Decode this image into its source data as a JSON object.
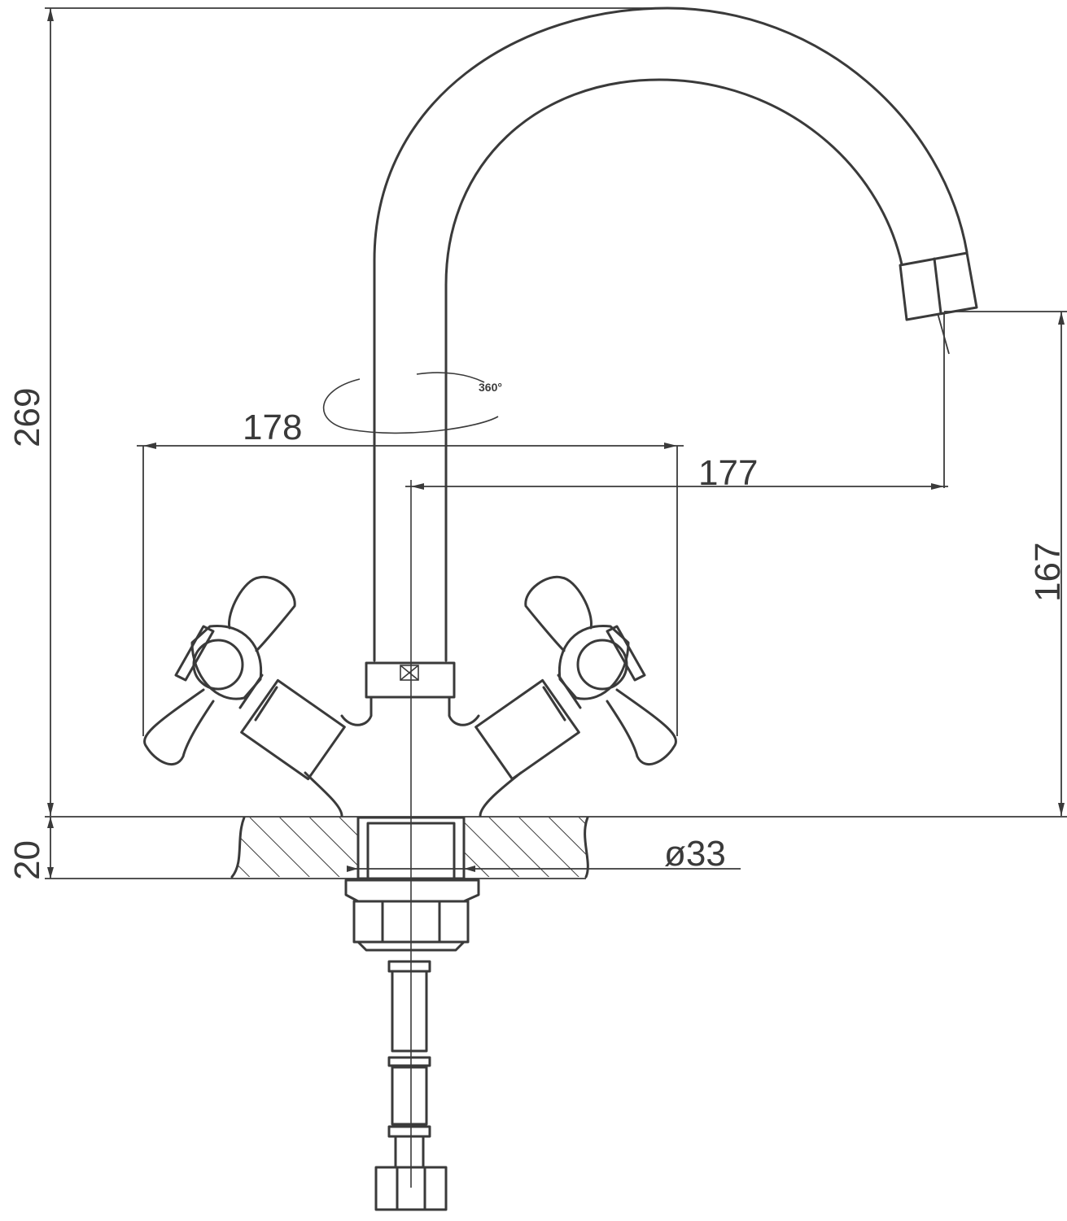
{
  "dimensions": {
    "total_height": "269",
    "handle_span": "178",
    "spout_reach": "177",
    "spout_height": "167",
    "deck_thickness": "20",
    "hole_diameter": "ø33",
    "rotation": "360°"
  },
  "colors": {
    "line": "#3a3a3a",
    "background": "#ffffff"
  }
}
